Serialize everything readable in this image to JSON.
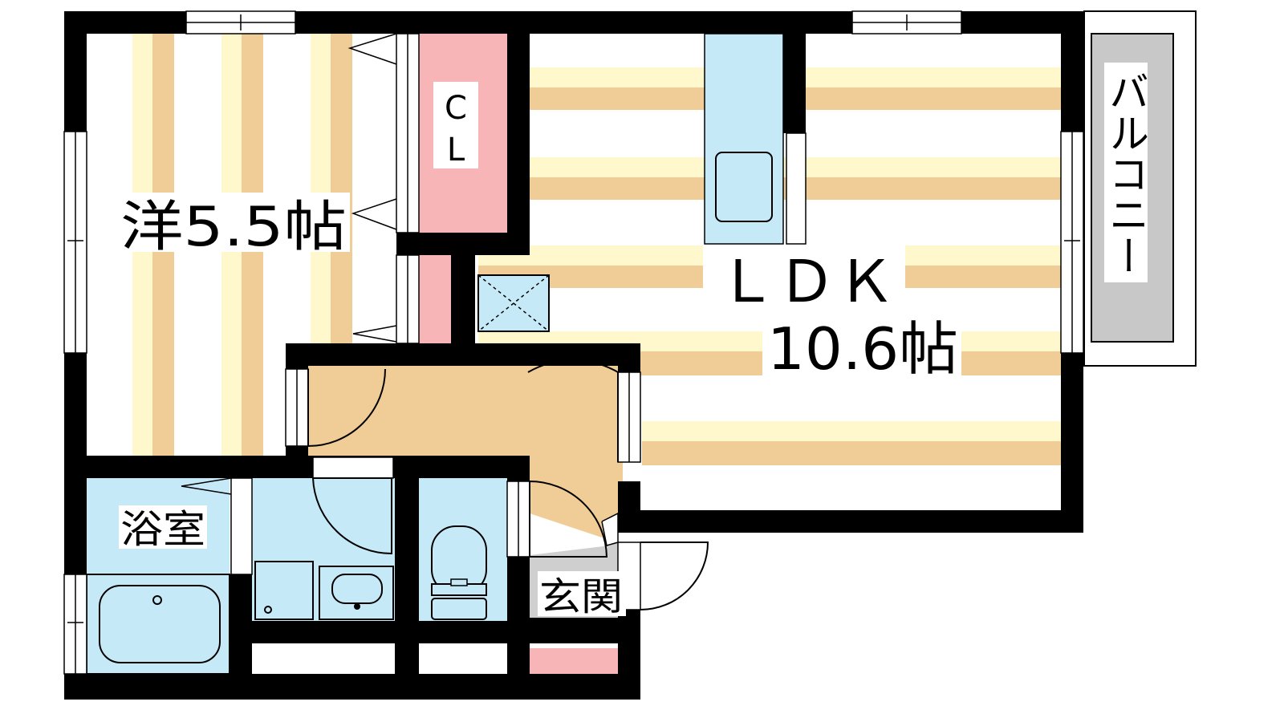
{
  "rooms": {
    "western": {
      "label": "洋5.5帖"
    },
    "closet": {
      "line1": "C",
      "line2": "L"
    },
    "ldk": {
      "line1": "ＬＤＫ",
      "line2": "10.6帖"
    },
    "balcony": {
      "label": "バルコニー"
    },
    "bath": {
      "label": "浴室"
    },
    "entrance": {
      "label": "玄関"
    }
  },
  "colors": {
    "wall": "#000000",
    "floor_stripe_light": "#fff8cc",
    "floor_stripe_dark": "#f0cc96",
    "hall_floor": "#f0cc96",
    "closet": "#f7b5b8",
    "water_area": "#c6e9f8",
    "balcony": "#c8c8c8",
    "entrance_floor": "#cfcfcf"
  }
}
